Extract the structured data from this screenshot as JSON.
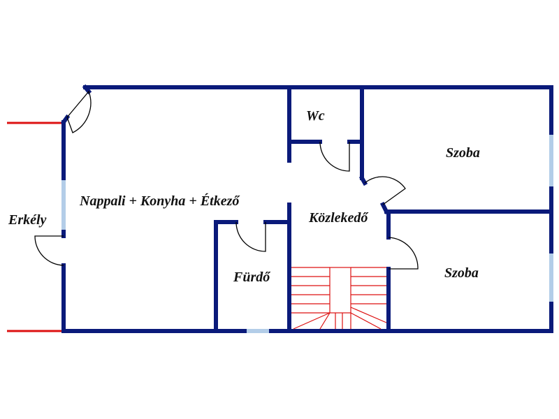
{
  "rooms": {
    "wc": "Wc",
    "living": "Nappali + Konyha + Étkező",
    "balcony": "Erkély",
    "hallway": "Közlekedő",
    "bathroom": "Fürdő",
    "bedroom_1": "Szoba",
    "bedroom_2": "Szoba"
  },
  "colors": {
    "wall": "#0a1a7a",
    "window": "#b3cde8",
    "balcony_line": "#dd1111",
    "stairs": "#dd1111",
    "door": "#000000"
  }
}
